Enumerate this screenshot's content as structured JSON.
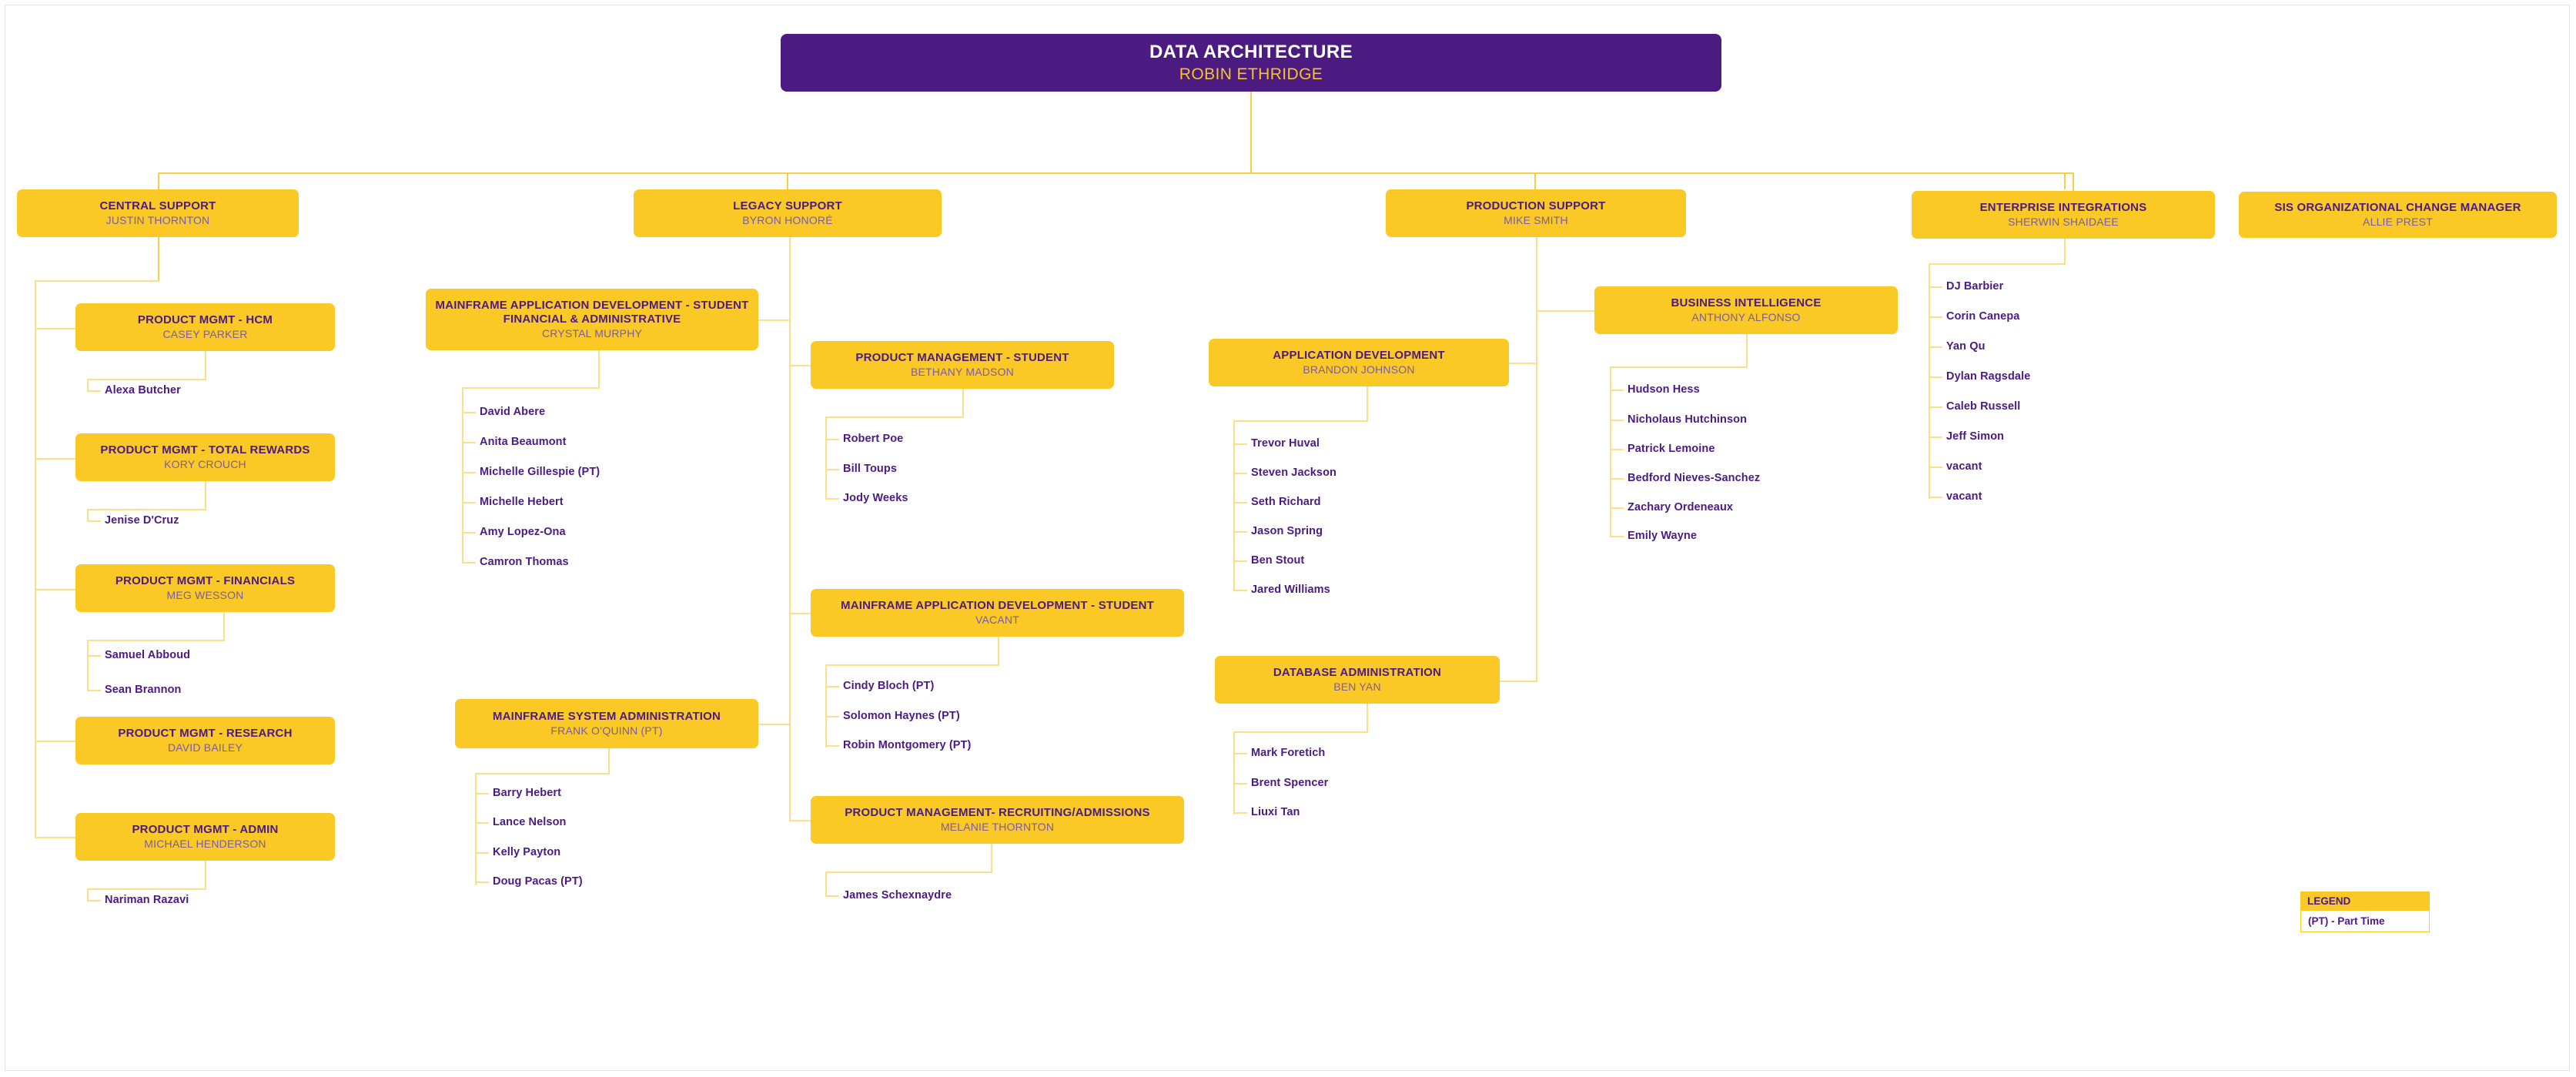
{
  "chart": {
    "type": "org-chart",
    "root": {
      "title": "DATA ARCHITECTURE",
      "person": "ROBIN ETHRIDGE"
    },
    "departments": [
      {
        "title": "CENTRAL SUPPORT",
        "person": "JUSTIN THORNTON"
      },
      {
        "title": "LEGACY SUPPORT",
        "person": "BYRON HONORÉ"
      },
      {
        "title": "PRODUCTION SUPPORT",
        "person": "MIKE SMITH"
      },
      {
        "title": "ENTERPRISE INTEGRATIONS",
        "person": "SHERWIN SHAIDAEE"
      },
      {
        "title": "SIS ORGANIZATIONAL CHANGE MANAGER",
        "person": "ALLIE PREST"
      }
    ],
    "teams": [
      {
        "title": "PRODUCT MGMT - HCM",
        "person": "CASEY PARKER"
      },
      {
        "title": "PRODUCT MGMT - TOTAL REWARDS",
        "person": "KORY CROUCH"
      },
      {
        "title": "PRODUCT MGMT - FINANCIALS",
        "person": "MEG WESSON"
      },
      {
        "title": "PRODUCT MGMT - RESEARCH",
        "person": "DAVID BAILEY"
      },
      {
        "title": "PRODUCT MGMT - ADMIN",
        "person": "MICHAEL HENDERSON"
      },
      {
        "title": "MAINFRAME APPLICATION  DEVELOPMENT - STUDENT FINANCIAL & ADMINISTRATIVE",
        "person": "CRYSTAL MURPHY"
      },
      {
        "title": "MAINFRAME SYSTEM ADMINISTRATION",
        "person": "FRANK O’QUINN (PT)"
      },
      {
        "title": "PRODUCT MANAGEMENT - STUDENT",
        "person": "BETHANY MADSON"
      },
      {
        "title": "MAINFRAME APPLICATION DEVELOPMENT - STUDENT",
        "person": "VACANT"
      },
      {
        "title": "PRODUCT MANAGEMENT- RECRUITING/ADMISSIONS",
        "person": "MELANIE THORNTON"
      },
      {
        "title": "APPLICATION DEVELOPMENT",
        "person": "BRANDON JOHNSON"
      },
      {
        "title": "DATABASE ADMINISTRATION",
        "person": "BEN YAN"
      },
      {
        "title": "BUSINESS INTELLIGENCE",
        "person": "ANTHONY ALFONSO"
      }
    ],
    "staff": {
      "hcm": [
        "Alexa Butcher"
      ],
      "total_rewards": [
        "Jenise D'Cruz"
      ],
      "financials": [
        "Samuel Abboud",
        "Sean Brannon"
      ],
      "admin": [
        "Nariman Razavi"
      ],
      "mainframe_sfa": [
        "David Abere",
        "Anita Beaumont",
        "Michelle Gillespie (PT)",
        "Michelle Hebert",
        "Amy Lopez-Ona",
        "Camron Thomas"
      ],
      "mainframe_sysadmin": [
        "Barry Hebert",
        "Lance Nelson",
        "Kelly Payton",
        "Doug Pacas (PT)"
      ],
      "pm_student": [
        "Robert Poe",
        "Bill Toups",
        "Jody Weeks"
      ],
      "mainframe_student": [
        "Cindy Bloch (PT)",
        "Solomon Haynes (PT)",
        "Robin Montgomery (PT)"
      ],
      "pm_recruiting": [
        "James Schexnaydre"
      ],
      "app_dev": [
        "Trevor Huval",
        "Steven Jackson",
        "Seth Richard",
        "Jason Spring",
        "Ben Stout",
        "Jared Williams"
      ],
      "dba": [
        "Mark Foretich",
        "Brent Spencer",
        "Liuxi Tan"
      ],
      "bi": [
        "Hudson Hess",
        "Nicholaus Hutchinson",
        "Patrick Lemoine",
        "Bedford Nieves-Sanchez",
        "Zachary Ordeneaux",
        "Emily Wayne"
      ],
      "enterprise": [
        "DJ Barbier",
        "Corin Canepa",
        "Yan Qu",
        "Dylan Ragsdale",
        "Caleb Russell",
        "Jeff Simon",
        "vacant",
        "vacant"
      ]
    },
    "legend": {
      "header": "LEGEND",
      "item": "(PT) - Part Time"
    },
    "colors": {
      "root_bg": "#4b1b82",
      "root_person": "#f7c325",
      "node_bg": "#fbc926",
      "node_title": "#4b1b82",
      "node_person": "#7a5ba6",
      "connector": "#f8d048",
      "leaf_text": "#4b1b82",
      "page_bg": "#ffffff"
    }
  }
}
